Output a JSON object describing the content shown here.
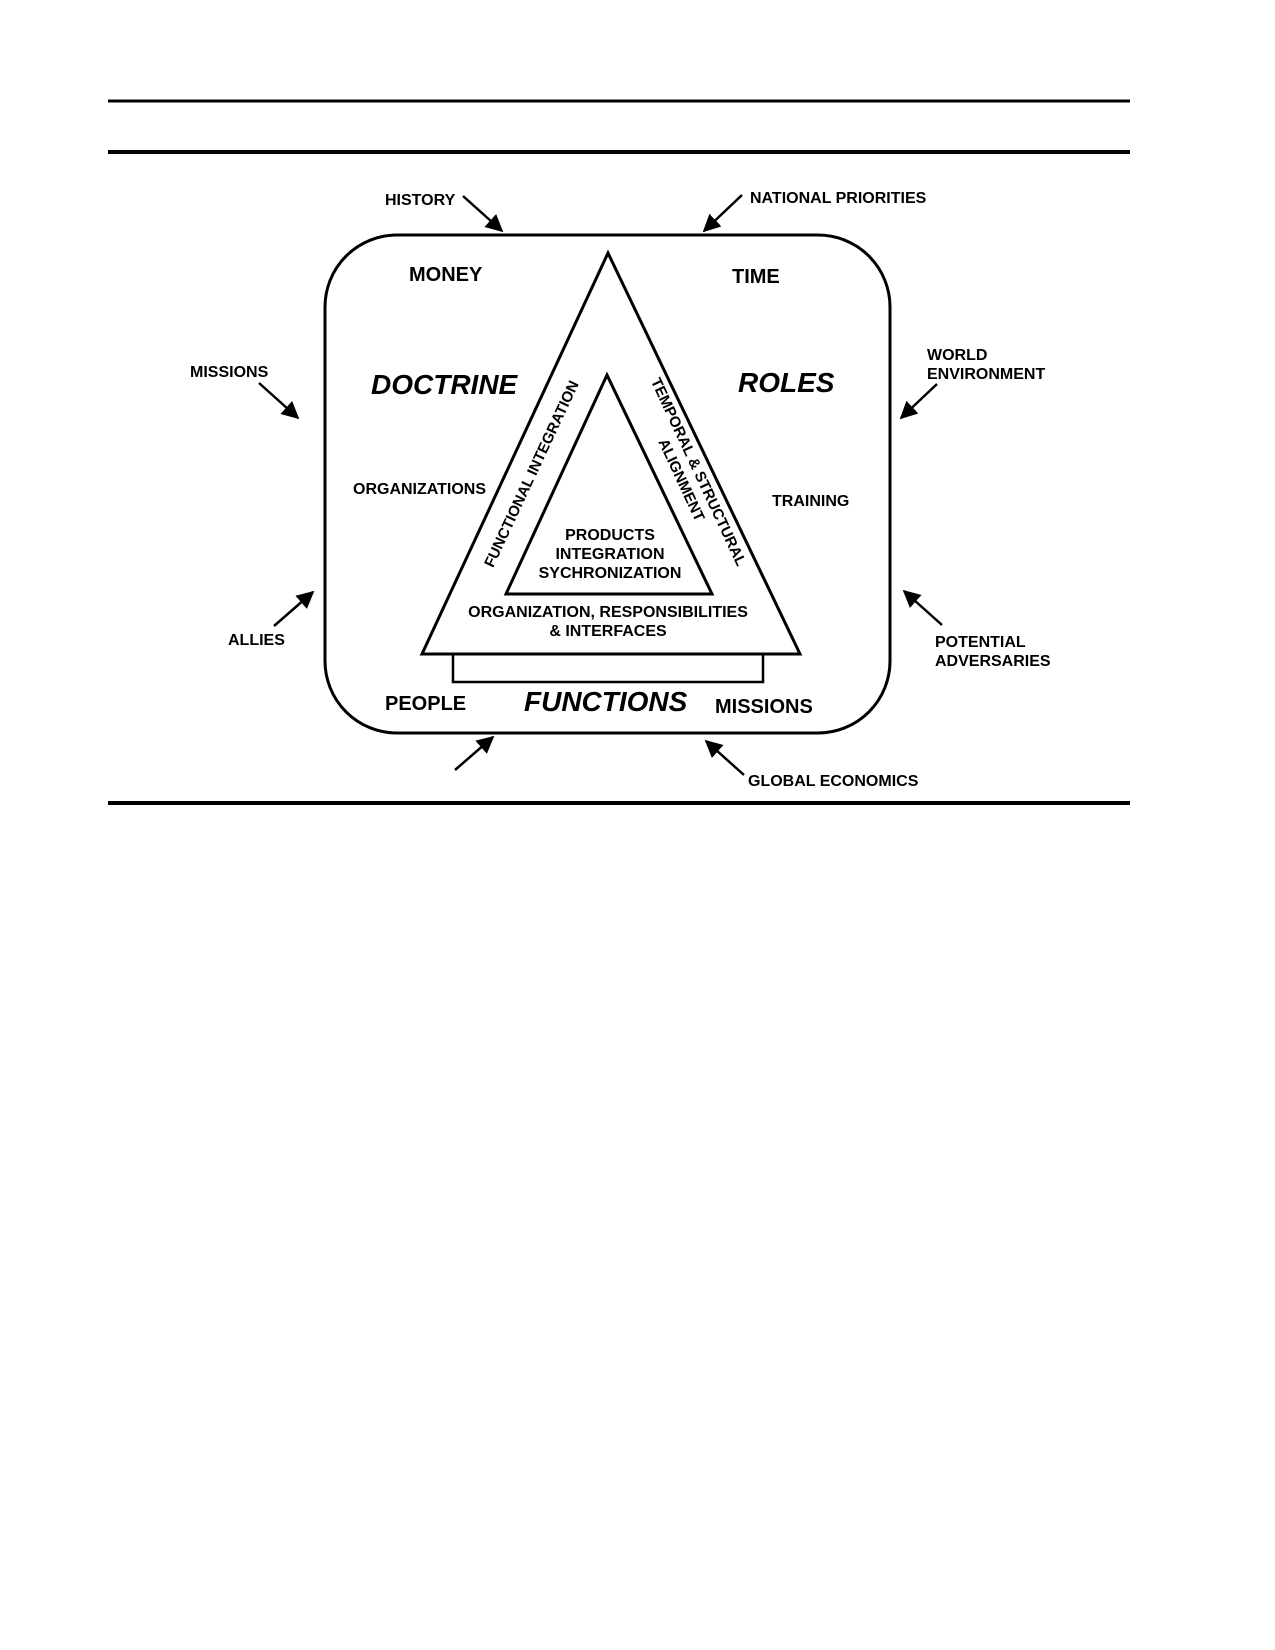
{
  "diagram": {
    "external_factors": {
      "history": "HISTORY",
      "national_priorities": "NATIONAL PRIORITIES",
      "missions": "MISSIONS",
      "world_environment": [
        "WORLD",
        "ENVIRONMENT"
      ],
      "allies": "ALLIES",
      "potential_adversaries": [
        "POTENTIAL",
        "ADVERSARIES"
      ],
      "global_economics": "GLOBAL ECONOMICS"
    },
    "box_labels": {
      "money": "MONEY",
      "time": "TIME",
      "doctrine": "DOCTRINE",
      "roles": "ROLES",
      "organizations": "ORGANIZATIONS",
      "training": "TRAINING",
      "people": "PEOPLE",
      "functions": "FUNCTIONS",
      "missions": "MISSIONS"
    },
    "triangle": {
      "left_side": "FUNCTIONAL INTEGRATION",
      "right_side": [
        "TEMPORAL & STRUCTURAL",
        "ALIGNMENT"
      ],
      "inner": [
        "PRODUCTS",
        "INTEGRATION",
        "SYCHRONIZATION"
      ],
      "base": [
        "ORGANIZATION, RESPONSIBILITIES",
        "& INTERFACES"
      ]
    }
  }
}
